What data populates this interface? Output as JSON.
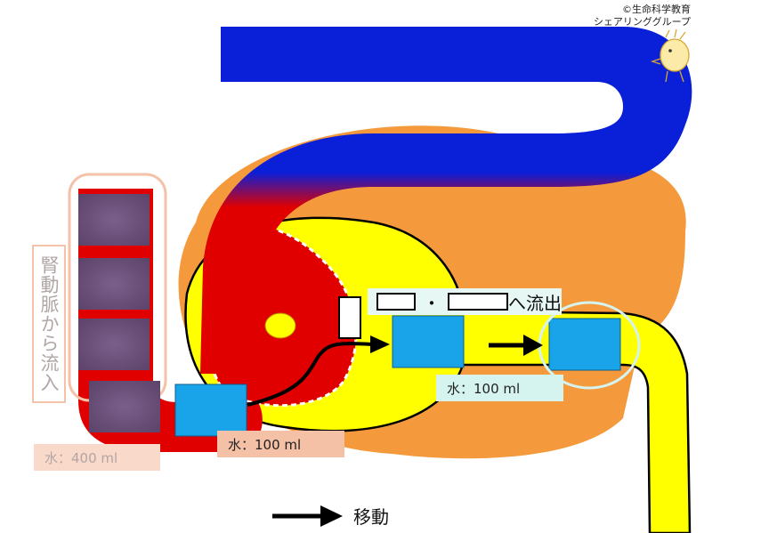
{
  "copyright": {
    "line1": "©生命科学教育",
    "line2": "シェアリンググループ"
  },
  "vertical_label": "腎動脈から流入",
  "outflow_label": {
    "separator": "・",
    "suffix": "へ流出"
  },
  "water_labels": {
    "inflow": "水：400 ml",
    "filtered": "水：100 ml",
    "outflow": "水：100 ml"
  },
  "legend": {
    "caption": "移動"
  },
  "colors": {
    "artery_red": "#e00000",
    "vein_blue": "#0a1fd8",
    "cortex_orange": "#f59a3c",
    "capsule_yellow": "#ffff00",
    "water_block_blue": "#19a3e8",
    "block_purple": "#6c4f7c"
  }
}
